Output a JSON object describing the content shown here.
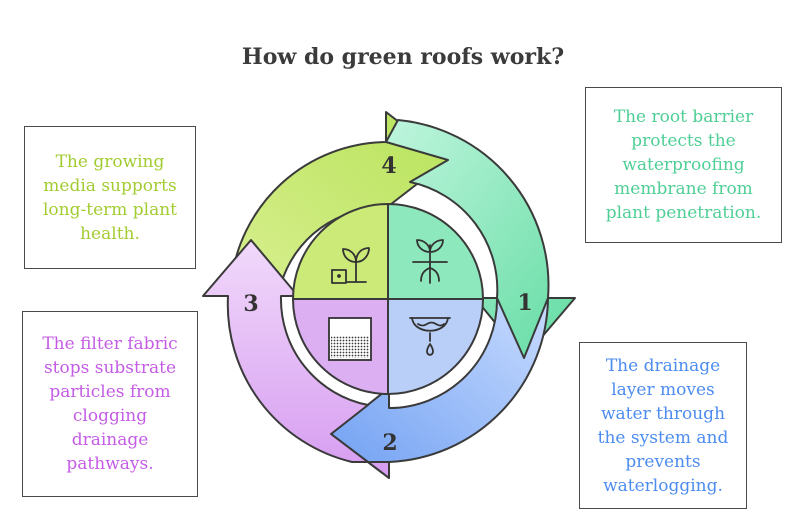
{
  "title": "How do green roofs work?",
  "steps": [
    {
      "number": "1",
      "text": "The root barrier protects the waterproofing membrane from plant penetration."
    },
    {
      "number": "2",
      "text": "The drainage layer moves water through the system and prevents waterlogging."
    },
    {
      "number": "3",
      "text": "The filter fabric stops substrate particles from clogging drainage pathways."
    },
    {
      "number": "4",
      "text": "The growing media supports long-term plant health."
    }
  ],
  "colors": {
    "step1": "#4fcf96",
    "step2": "#4d8cf0",
    "step3": "#c55ce6",
    "step4": "#a3cc33",
    "outline": "#3a3a3a"
  },
  "icons": [
    "sprout-roots-icon",
    "water-drain-icon",
    "filter-fabric-icon",
    "seedling-soil-icon"
  ]
}
